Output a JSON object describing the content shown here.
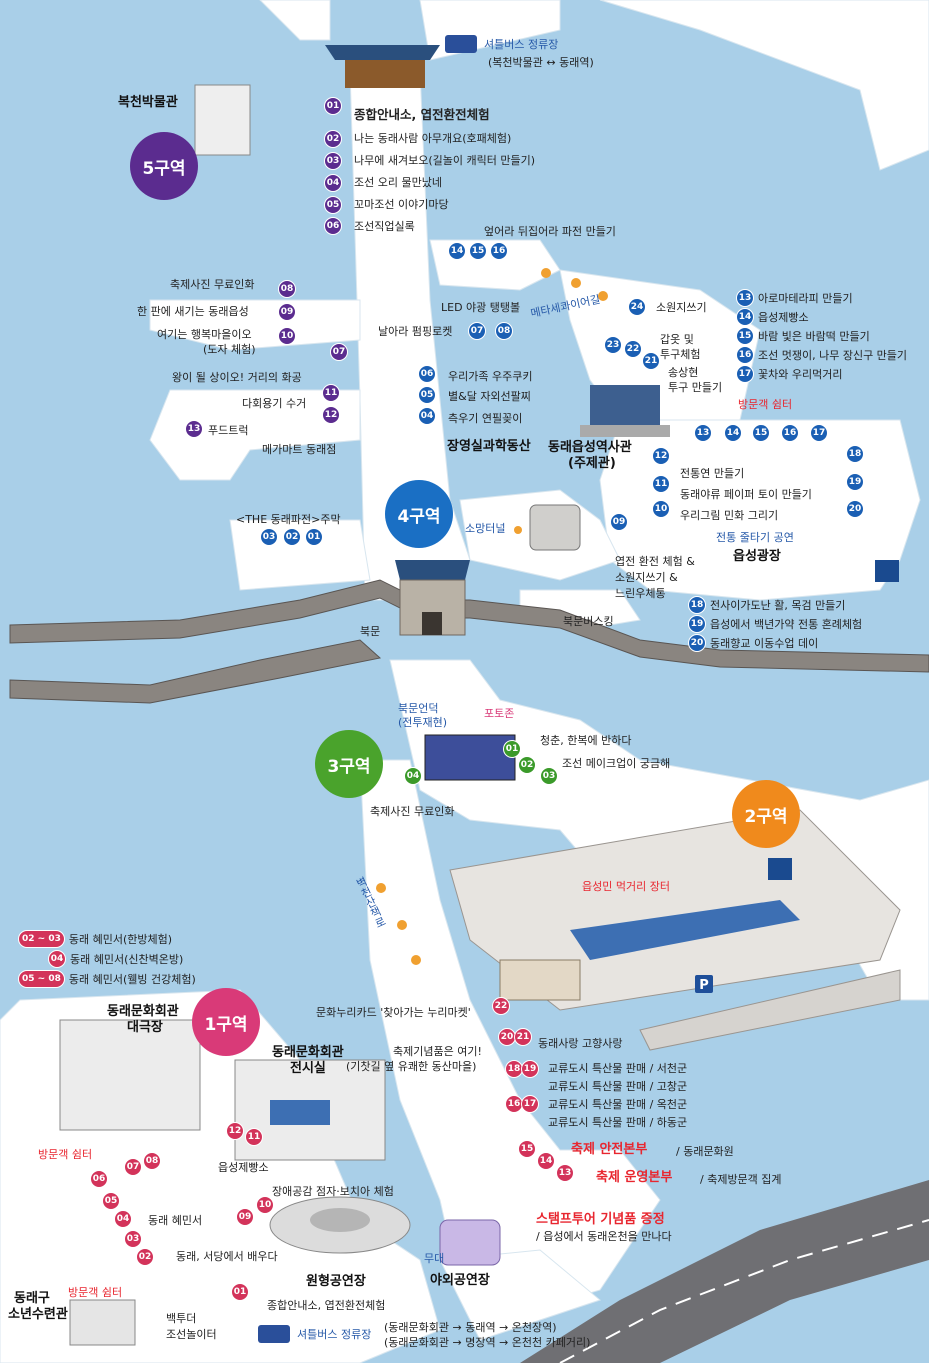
{
  "zones": {
    "z5": "5구역",
    "z4": "4구역",
    "z3": "3구역",
    "z2": "2구역",
    "z1": "1구역"
  },
  "top": {
    "shuttle_title": "셔틀버스 정류장",
    "shuttle_route": "(복천박물관 ↔ 동래역)",
    "museum": "복천박물관",
    "z5_items": [
      {
        "n": "01",
        "t": "종합안내소, 엽전환전체험"
      },
      {
        "n": "02",
        "t": "나는 동래사람 아무개요(호패체험)"
      },
      {
        "n": "03",
        "t": "나무에 새겨보오(길놀이 캐릭터 만들기)"
      },
      {
        "n": "04",
        "t": "조선 오리 물만났네"
      },
      {
        "n": "05",
        "t": "꼬마조선 이야기마당"
      },
      {
        "n": "06",
        "t": "조선직업실록"
      }
    ]
  },
  "z4": {
    "pajeon": "엎어라 뒤집어라 파전 만들기",
    "meta_path": "메타세콰이어길",
    "photo": "축제사진 무료인화",
    "seal": "한 판에 새기는 동래읍성",
    "pottery": "여기는 행복마을이오",
    "pottery2": "(도자 체험)",
    "painting": "왕이 될 상이오! 거리의 화공",
    "tea": "다회용기 수거",
    "mart": "메가마트 동래점",
    "foodtruck": "푸드트럭",
    "led": "LED 야광 탱탱볼",
    "rocket": "날아라 펌핑로켓",
    "science1": "우리가족 우주쿠키",
    "science2": "별&달 자외선팔찌",
    "science3": "측우기 연필꽂이",
    "science_park": "장영실과학동산",
    "hall": "동래읍성역사관",
    "hall2": "(주제관)",
    "wish": "소원지쓰기",
    "armor1": "갑옷 및",
    "armor2": "투구체험",
    "hat1": "송상현",
    "hat2": "투구 만들기",
    "right_list": [
      {
        "n": "13",
        "t": "아로마테라피 만들기"
      },
      {
        "n": "14",
        "t": "읍성제빵소"
      },
      {
        "n": "15",
        "t": "바람 빛은 바람떡 만들기"
      },
      {
        "n": "16",
        "t": "조선 멋쟁이, 나무 장신구 만들기"
      },
      {
        "n": "17",
        "t": "꽃차와 우리먹거리"
      }
    ],
    "visitor_rest": "방문객 쉼터",
    "kite": "전통연 만들기",
    "toy": "동래야류 페이퍼 토이 만들기",
    "minhwa": "우리그림 민화 그리기",
    "tightrope": "전통 줄타기 공연",
    "square": "읍성광장",
    "the_pajeon": "<THE 동래파전>주막",
    "tunnel": "소망터널",
    "coin1": "엽전 환전 체험 &",
    "coin2": "소원지쓰기 &",
    "coin3": "느린우체통",
    "busking": "북문버스킹",
    "bukmun": "북문",
    "bottom_list": [
      {
        "n": "18",
        "t": "전사이가도난 활, 목검 만들기"
      },
      {
        "n": "19",
        "t": "읍성에서 백년가약 전통 혼례체험"
      },
      {
        "n": "20",
        "t": "동래향교 이동수업 데이"
      }
    ]
  },
  "z3": {
    "hill1": "북문언덕",
    "hill2": "(전투재현)",
    "photozone": "포토존",
    "youth": "청춘, 한복에 반하다",
    "makeup": "조선 메이크업이 궁금해",
    "photo": "축제사진 무료인화",
    "trail": "벽천산책로"
  },
  "z2": {
    "market": "읍성민 먹거리 장터"
  },
  "z1": {
    "legend": [
      {
        "n": "02 ~ 03",
        "t": "동래 혜민서(한방체험)"
      },
      {
        "n": "04",
        "t": "동래 혜민서(신찬벽온방)"
      },
      {
        "n": "05 ~ 08",
        "t": "동래 혜민서(웰빙 건강체험)"
      }
    ],
    "theater1": "동래문화회관",
    "theater2": "대극장",
    "exhibit1": "동래문화회관",
    "exhibit2": "전시실",
    "nuri": "문화누리카드 '찾아가는 누리마켓'",
    "souvenir1": "축제기념품은 여기!",
    "souvenir2": "(기찻길 옆 유쾌한 동산마을)",
    "hometown": "동래사랑 고향사랑",
    "trade": [
      "교류도시 특산물 판매 / 서천군",
      "교류도시 특산물 판매 / 고창군",
      "교류도시 특산물 판매 / 옥천군",
      "교류도시 특산물 판매 / 하동군"
    ],
    "safety": "축제 안전본부",
    "safety2": "/ 동래문화원",
    "ops": "축제 운영본부",
    "ops2": "/ 축제방문객 집계",
    "stamp": "스탬프투어 기념품 증정",
    "stamp2": "/ 읍성에서 동래온천을 만나다",
    "rest": "방문객 쉼터",
    "bakery": "읍성제빵소",
    "braille": "장애공감 점자·보치아 체험",
    "hyemin": "동래 혜민서",
    "seodang": "동래, 서당에서 배우다",
    "round": "원형공연장",
    "stage": "무대",
    "outdoor": "야외공연장",
    "info": "종합안내소, 엽전환전체험",
    "youth_center1": "동래구",
    "youth_center2": "소년수련관",
    "rest2": "방문객 쉼터",
    "baktu1": "백투더",
    "baktu2": "조선놀이터",
    "shuttle": "셔틀버스 정류장",
    "route1": "(동래문화회관 → 동래역 → 온천장역)",
    "route2": "(동래문화회관 → 명장역 → 온천천 카페거리)"
  },
  "colors": {
    "water": "#a9cfe8",
    "road": "#ffffff",
    "wall": "#7a7470",
    "highway": "#6f6f73",
    "purple": "#5b2c8f",
    "blue": "#1a6fc4",
    "green": "#4aa32c",
    "orange": "#f08a1c",
    "pink": "#d93a78",
    "red": "#e8262f"
  }
}
